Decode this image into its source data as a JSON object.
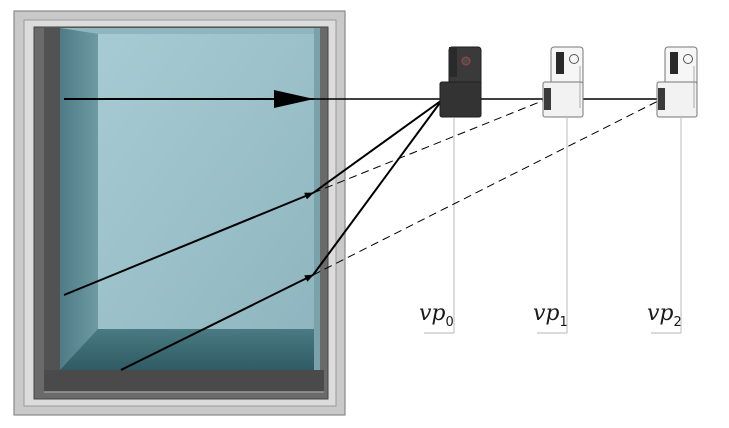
{
  "viewpoints": [
    {
      "symbol": "vp",
      "subscript": "0"
    },
    {
      "symbol": "vp",
      "subscript": "1"
    },
    {
      "symbol": "vp",
      "subscript": "2"
    }
  ],
  "colors": {
    "frame_outer": "#c2c2c2",
    "frame_mid": "#d8d8d8",
    "frame_dark": "#5a5a5a",
    "tank_back": "#9fc3cc",
    "tank_left": "#5f8c96",
    "tank_floor": "#3f6e77",
    "camera_active": "#3a3a3a",
    "camera_ghost": "#f4f4f4",
    "ray": "#000000",
    "guide": "#bdbdbd"
  }
}
